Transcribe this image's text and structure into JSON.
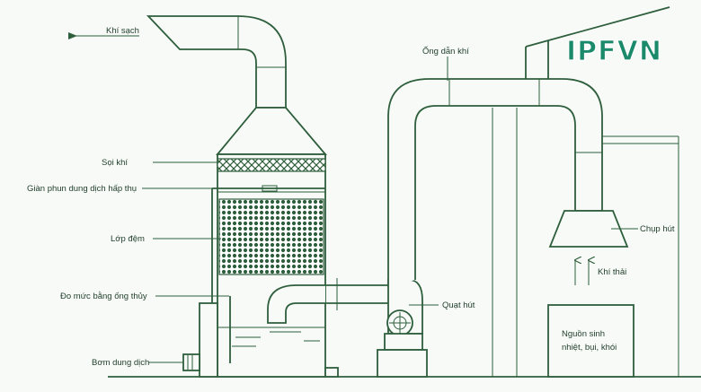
{
  "labels": {
    "clean_air": "Khí sạch",
    "air_duct": "Ống dẫn khí",
    "fiber_filter": "Sọi khí",
    "spray_rack": "Giàn phun dung dịch hấp thụ",
    "packing_layer": "Lớp đệm",
    "water_level_gauge": "Đo mức bằng ống thủy",
    "solution_pump": "Bơm dung dịch",
    "suction_fan": "Quạt hút",
    "suction_hood": "Chụp hút",
    "exhaust_gas": "Khí thải",
    "source_line1": "Nguồn sinh",
    "source_line2": "nhiệt, bụi, khói"
  },
  "logo": {
    "text": "IPFVN"
  },
  "colors": {
    "line": "#2e5e3c",
    "logo": "#1b8a6b",
    "background": "#f7faf7"
  }
}
